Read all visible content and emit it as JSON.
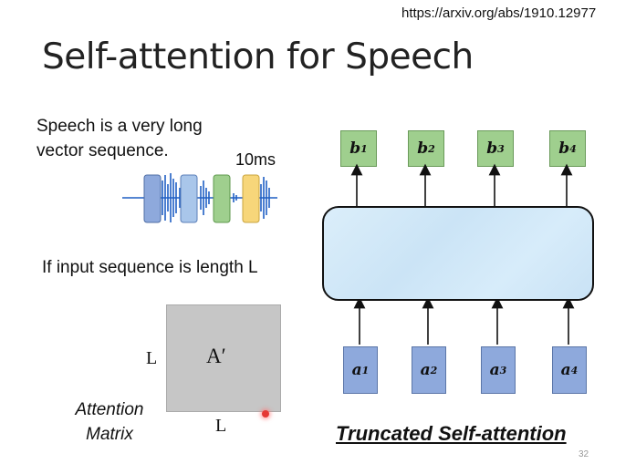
{
  "url": "https://arxiv.org/abs/1910.12977",
  "title": "Self-attention for Speech",
  "speech_text": "Speech is a very long vector sequence.",
  "waveform_label": "10ms",
  "input_length_text": "If input sequence is length L",
  "matrix": {
    "center_label": "A′",
    "left_label": "L",
    "bottom_label": "L"
  },
  "attention_matrix_label": "Attention Matrix",
  "outputs": [
    {
      "letter": "b",
      "index": "1"
    },
    {
      "letter": "b",
      "index": "2"
    },
    {
      "letter": "b",
      "index": "3"
    },
    {
      "letter": "b",
      "index": "4"
    }
  ],
  "inputs": [
    {
      "letter": "a",
      "index": "1"
    },
    {
      "letter": "a",
      "index": "2"
    },
    {
      "letter": "a",
      "index": "3"
    },
    {
      "letter": "a",
      "index": "4"
    }
  ],
  "caption": "Truncated Self-attention",
  "page_number": "32",
  "colors": {
    "output_box": "#9fcf8e",
    "input_box": "#8ea9dc",
    "layer_fill": "#d5eaf8",
    "waveform": "#1f5fc4",
    "frame_colors": [
      "#8ea9dc",
      "#a9c6ea",
      "#9fcf8e",
      "#f7d67a"
    ]
  }
}
